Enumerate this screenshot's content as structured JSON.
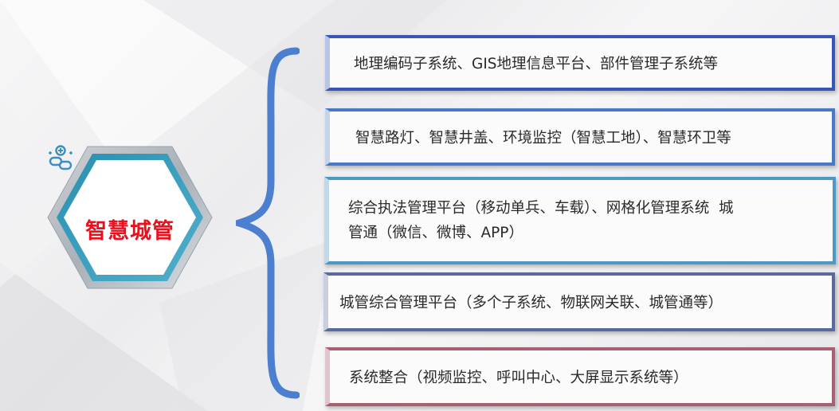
{
  "center": {
    "title": "智慧城管",
    "icon": "people-link-icon",
    "color": "#e8111d"
  },
  "items": [
    {
      "text": "地理编码子系统、GIS地理信息平台、部件管理子系统等",
      "color": "#3a55b8"
    },
    {
      "text": "智慧路灯、智慧井盖、环境监控（智慧工地）、智慧环卫等",
      "color": "#4a78c8"
    },
    {
      "line1": "综合执法管理平台（移动单兵、车载）、网格化管理系统  城",
      "line2": "管通（微信、微博、APP）",
      "color": "#4d98c4"
    },
    {
      "text": "城管综合管理平台（多个子系统、物联网关联、城管通等）",
      "color": "#5a6a9e"
    },
    {
      "text": "系统整合（视频监控、呼叫中心、大屏显示系统等）",
      "color": "#a85f72"
    }
  ]
}
